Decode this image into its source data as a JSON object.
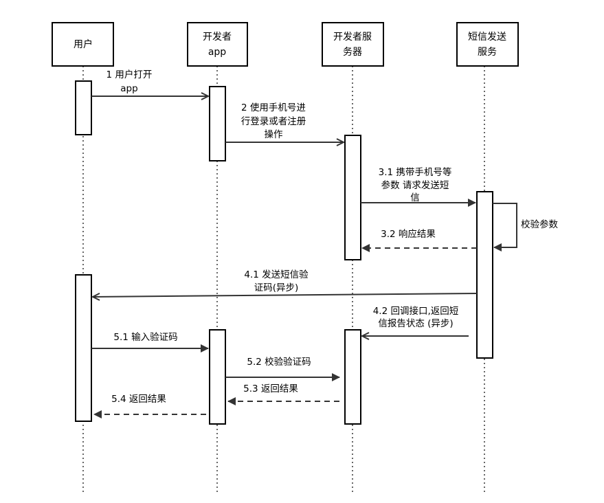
{
  "participants": [
    {
      "id": "user",
      "lines": [
        "用户"
      ]
    },
    {
      "id": "app",
      "lines": [
        "开发者",
        "app"
      ]
    },
    {
      "id": "server",
      "lines": [
        "开发者服",
        "务器"
      ]
    },
    {
      "id": "sms",
      "lines": [
        "短信发送",
        "服务"
      ]
    }
  ],
  "messages": [
    {
      "id": "m1",
      "lines": [
        "1 用户打开",
        "app"
      ],
      "from": "user",
      "to": "app",
      "style": "solid"
    },
    {
      "id": "m2",
      "lines": [
        "2 使用手机号进",
        "行登录或者注册",
        "操作"
      ],
      "from": "app",
      "to": "server",
      "style": "solid"
    },
    {
      "id": "m3_1",
      "lines": [
        "3.1 携带手机号等",
        "参数 请求发送短",
        "信"
      ],
      "from": "server",
      "to": "sms",
      "style": "solid"
    },
    {
      "id": "self",
      "lines": [
        "校验参数"
      ],
      "from": "sms",
      "to": "sms",
      "style": "solid"
    },
    {
      "id": "m3_2",
      "lines": [
        "3.2  响应结果"
      ],
      "from": "sms",
      "to": "server",
      "style": "dashed"
    },
    {
      "id": "m4_1",
      "lines": [
        "4.1 发送短信验",
        "证码(异步)"
      ],
      "from": "sms",
      "to": "user",
      "style": "solid"
    },
    {
      "id": "m4_2",
      "lines": [
        "4.2 回调接口,返回短",
        "信报告状态 (异步)"
      ],
      "from": "sms",
      "to": "server",
      "style": "solid"
    },
    {
      "id": "m5_1",
      "lines": [
        "5.1  输入验证码"
      ],
      "from": "user",
      "to": "app",
      "style": "solid"
    },
    {
      "id": "m5_2",
      "lines": [
        "5.2  校验验证码"
      ],
      "from": "app",
      "to": "server",
      "style": "solid"
    },
    {
      "id": "m5_3",
      "lines": [
        "5.3  返回结果"
      ],
      "from": "server",
      "to": "app",
      "style": "dashed"
    },
    {
      "id": "m5_4",
      "lines": [
        "5.4  返回结果"
      ],
      "from": "app",
      "to": "user",
      "style": "dashed"
    }
  ]
}
